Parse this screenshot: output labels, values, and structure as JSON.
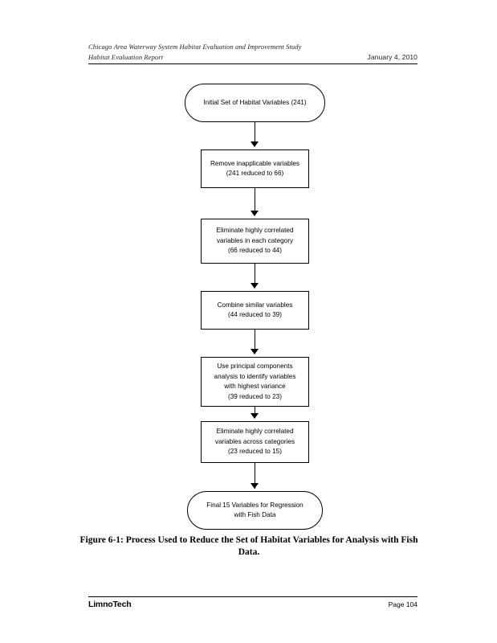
{
  "header": {
    "line1": "Chicago Area Waterway System Habitat Evaluation and Improvement Study",
    "line2": "Habitat Evaluation Report",
    "date": "January 4, 2010"
  },
  "figure": {
    "caption": "Figure 6-1: Process Used to Reduce the Set of Habitat Variables for Analysis with Fish Data.",
    "nodes": [
      {
        "id": "initial-set",
        "shape": "terminator",
        "text": "Initial Set of Habitat Variables (241)"
      },
      {
        "id": "remove-inapplicable",
        "shape": "process",
        "text": "Remove inapplicable variables\n(241 reduced to 66)"
      },
      {
        "id": "eliminate-within-category",
        "shape": "process",
        "text": "Eliminate highly correlated\nvariables in each category\n(66 reduced to 44)"
      },
      {
        "id": "combine-similar",
        "shape": "process",
        "text": "Combine similar variables\n(44 reduced to 39)"
      },
      {
        "id": "principal-components",
        "shape": "process",
        "text": "Use principal components\nanalysis to identify variables\nwith highest variance\n(39 reduced to 23)"
      },
      {
        "id": "eliminate-across-categories",
        "shape": "process",
        "text": "Eliminate highly correlated\nvariables across categories\n(23 reduced to 15)"
      },
      {
        "id": "final-set",
        "shape": "terminator",
        "text": "Final 15 Variables for Regression\nwith Fish Data"
      }
    ]
  },
  "footer": {
    "brand": "LimnoTech",
    "page": "Page 104"
  }
}
